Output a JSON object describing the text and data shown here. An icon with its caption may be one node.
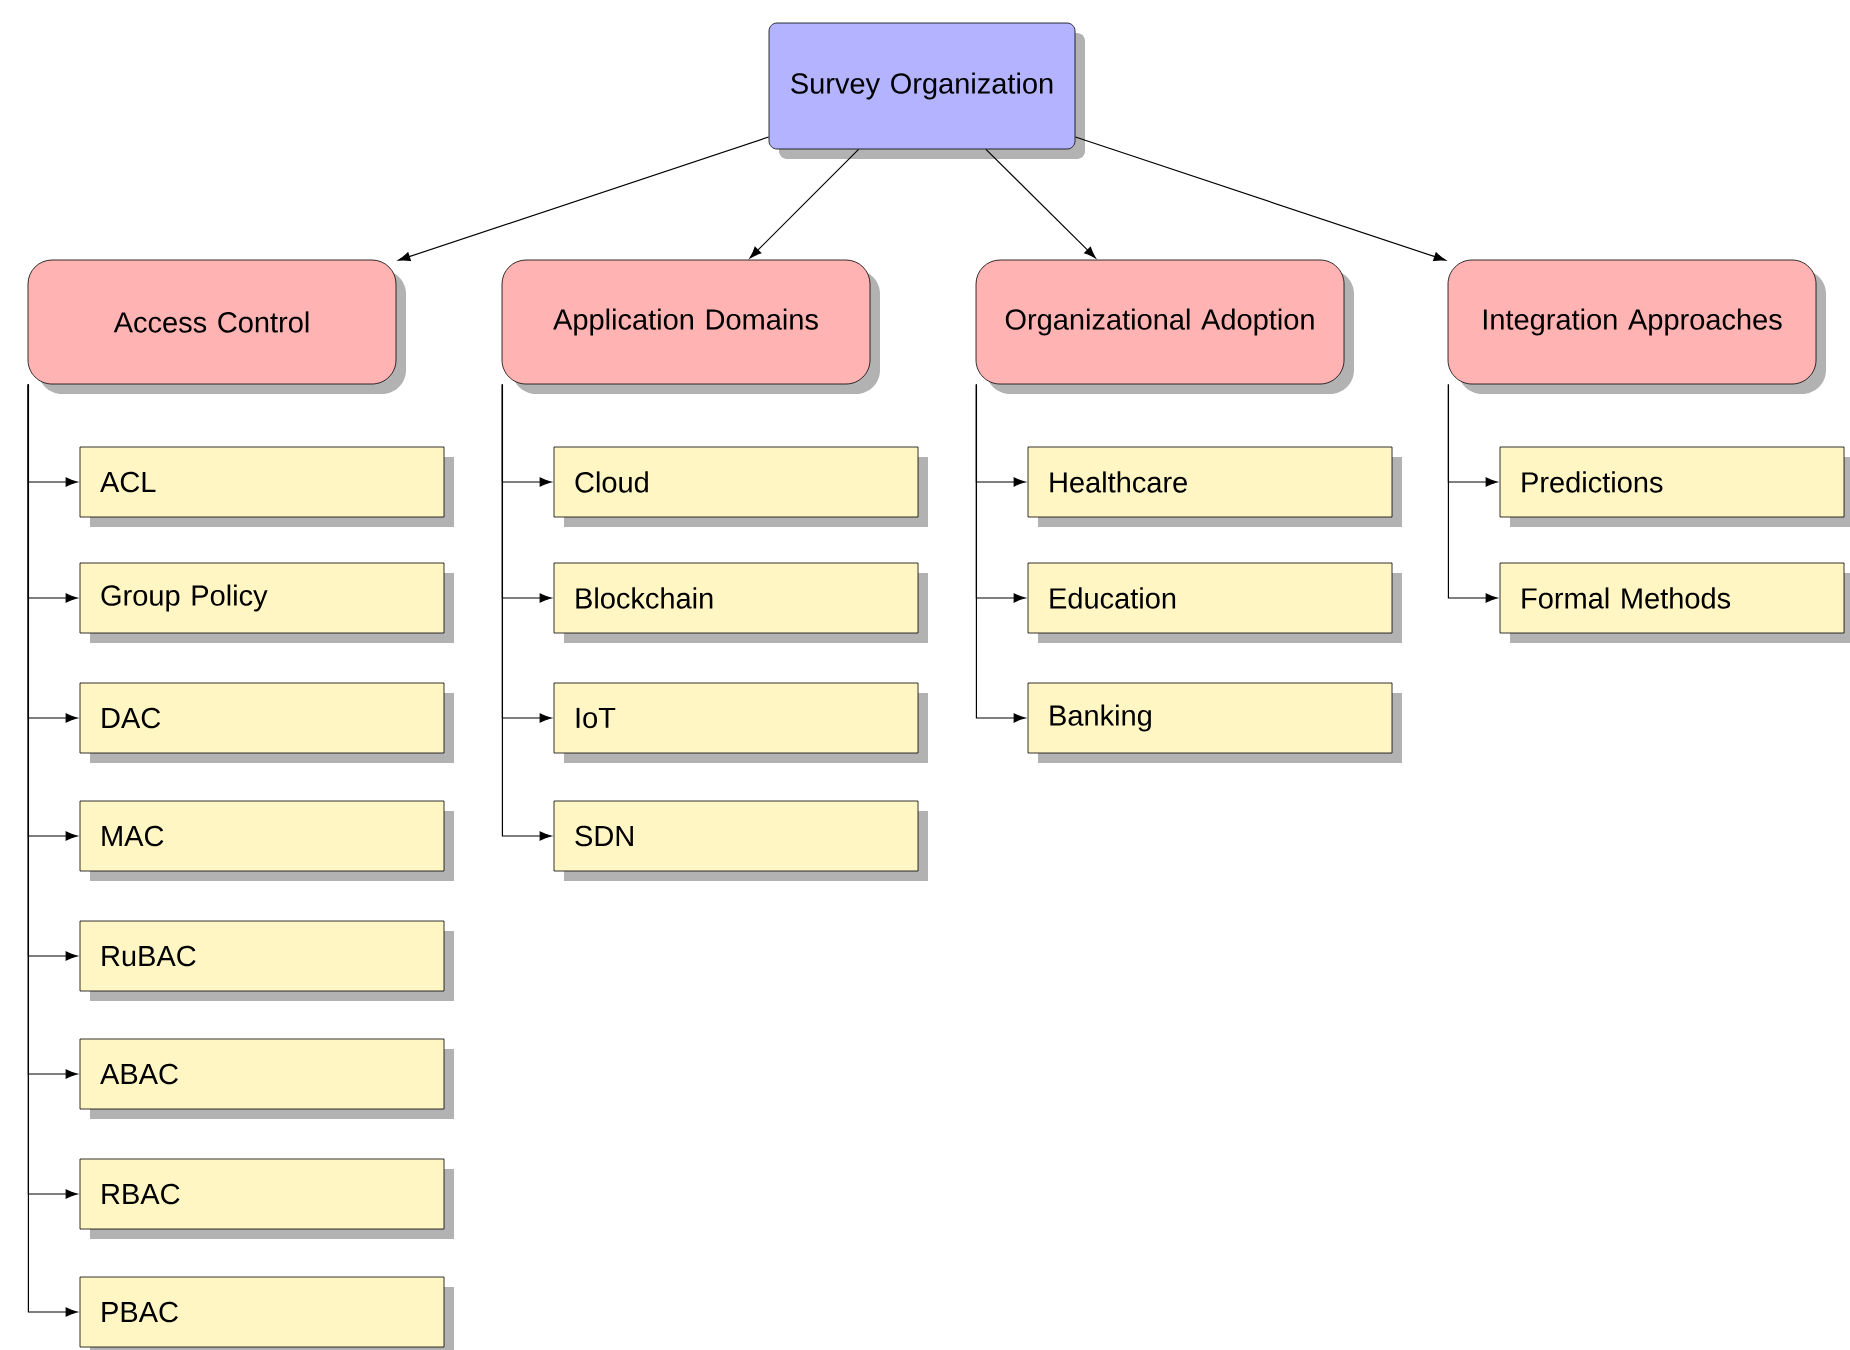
{
  "diagram": {
    "nodes": [
      {
        "text": [
          "Survey Organization"
        ]
      },
      {
        "text": [
          "Access Control"
        ]
      },
      {
        "text": [
          "ACL"
        ]
      },
      {
        "text": [
          "Group Policy"
        ]
      },
      {
        "text": [
          "DAC"
        ]
      },
      {
        "text": [
          "MAC"
        ]
      },
      {
        "text": [
          "RuBAC"
        ]
      },
      {
        "text": [
          "ABAC"
        ]
      },
      {
        "text": [
          "RBAC"
        ]
      },
      {
        "text": [
          "PBAC"
        ]
      },
      {
        "text": [
          "Application Domains"
        ]
      },
      {
        "text": [
          "Cloud"
        ]
      },
      {
        "text": [
          "Blockchain"
        ]
      },
      {
        "text": [
          "IoT"
        ]
      },
      {
        "text": [
          "SDN"
        ]
      },
      {
        "text": [
          "Organizational Adoption"
        ]
      },
      {
        "text": [
          "Healthcare"
        ]
      },
      {
        "text": [
          "Education"
        ]
      },
      {
        "text": [
          "Banking"
        ]
      },
      {
        "text": [
          "Integration Approaches"
        ]
      },
      {
        "text": [
          "Predictions"
        ]
      },
      {
        "text": [
          "Formal Methods"
        ]
      }
    ],
    "edges": [
      {
        "from": 0,
        "to": 1,
        "arrow": "to"
      },
      {
        "from": 0,
        "to": 10,
        "arrow": "to"
      },
      {
        "from": 0,
        "to": 15,
        "arrow": "to"
      },
      {
        "from": 0,
        "to": 19,
        "arrow": "to"
      },
      {
        "from": 1,
        "to": 2,
        "arrow": "to"
      },
      {
        "from": 1,
        "to": 3,
        "arrow": "to"
      },
      {
        "from": 1,
        "to": 4,
        "arrow": "to"
      },
      {
        "from": 1,
        "to": 5,
        "arrow": "to"
      },
      {
        "from": 1,
        "to": 6,
        "arrow": "to"
      },
      {
        "from": 1,
        "to": 7,
        "arrow": "to"
      },
      {
        "from": 1,
        "to": 8,
        "arrow": "to"
      },
      {
        "from": 1,
        "to": 9,
        "arrow": "to"
      },
      {
        "from": 10,
        "to": 11,
        "arrow": "to"
      },
      {
        "from": 10,
        "to": 12,
        "arrow": "to"
      },
      {
        "from": 10,
        "to": 13,
        "arrow": "to"
      },
      {
        "from": 10,
        "to": 14,
        "arrow": "to"
      },
      {
        "from": 15,
        "to": 16,
        "arrow": "to"
      },
      {
        "from": 15,
        "to": 17,
        "arrow": "to"
      },
      {
        "from": 15,
        "to": 18,
        "arrow": "to"
      },
      {
        "from": 19,
        "to": 20,
        "arrow": "to"
      },
      {
        "from": 19,
        "to": 21,
        "arrow": "to"
      }
    ]
  }
}
